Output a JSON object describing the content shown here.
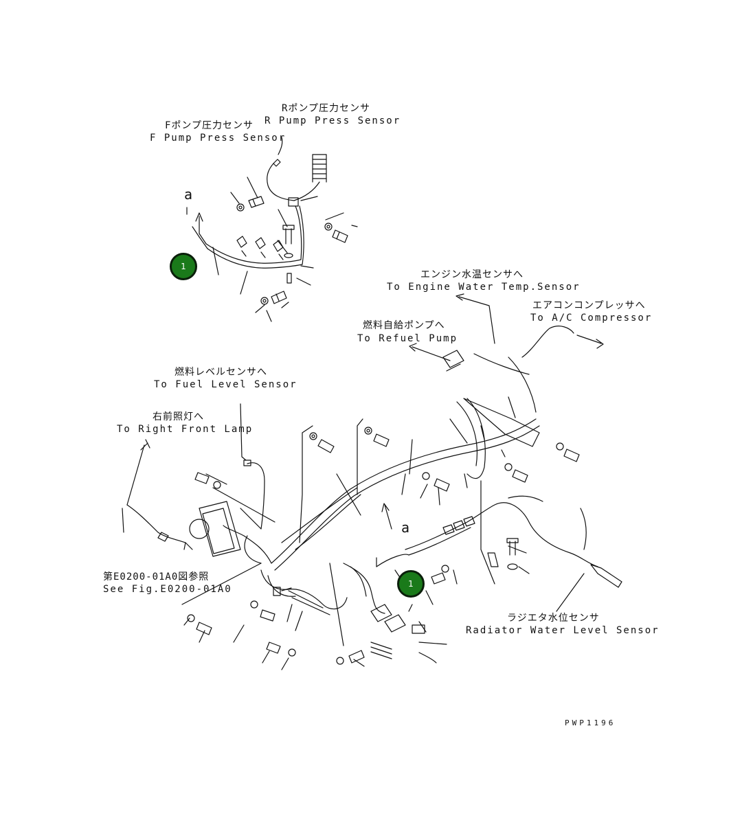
{
  "labels": {
    "r_pump_jp": "Rポンプ圧力センサ",
    "r_pump_en": "R Pump Press Sensor",
    "f_pump_jp": "Fポンプ圧力センサ",
    "f_pump_en": "F Pump Press Sensor",
    "marker_a_top": "a",
    "engine_temp_jp": "エンジン水温センサへ",
    "engine_temp_en": "To Engine Water Temp.Sensor",
    "ac_jp": "エアコンコンプレッサへ",
    "ac_en": "To A/C Compressor",
    "refuel_jp": "燃料自給ポンプへ",
    "refuel_en": "To Refuel Pump",
    "fuel_level_jp": "燃料レベルセンサへ",
    "fuel_level_en": "To Fuel Level Sensor",
    "front_lamp_jp": "右前照灯へ",
    "front_lamp_en": "To Right Front Lamp",
    "marker_a_mid": "a",
    "see_fig_jp": "第E0200-01A0図参照",
    "see_fig_en": "See Fig.E0200-01A0",
    "radiator_jp": "ラジエタ水位センサ",
    "radiator_en": "Radiator Water Level Sensor",
    "drawing_code": "PWP1196"
  },
  "callouts": [
    {
      "id": "callout-1-top",
      "number": "1"
    },
    {
      "id": "callout-1-bottom",
      "number": "1"
    }
  ],
  "colors": {
    "callout_fill": "#1a7a1a",
    "line": "#111111"
  }
}
